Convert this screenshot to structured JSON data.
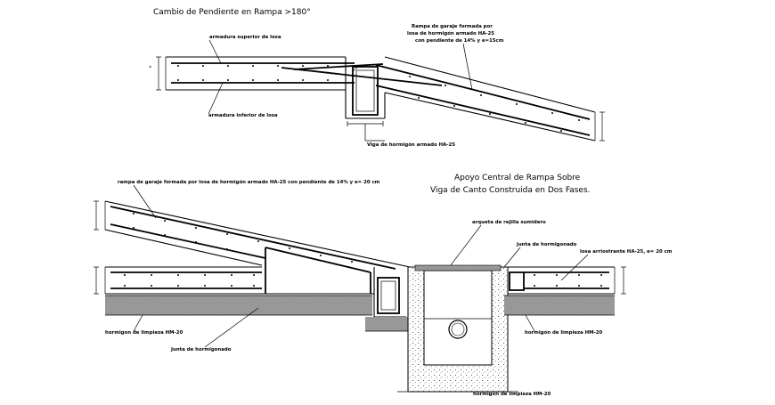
{
  "top_detail": {
    "title": "Cambio de Pendiente en Rampa >180°",
    "label_upper_reinforcement": "armadura superior de losa",
    "label_lower_reinforcement": "armadura inferior de losa",
    "label_ramp_line1": "Rampa de garaje formada por",
    "label_ramp_line2": "losa de hormigón armado HA-25",
    "label_ramp_line3": "con pendiente de 14% y e=15cm",
    "label_beam": "Viga de hormigón armado HA-25"
  },
  "bottom_detail": {
    "title_line1": "Apoyo Central de Rampa Sobre",
    "title_line2": "Viga de Canto Construida en Dos Fases.",
    "label_ramp": "rampa de garaje formada por losa de hormigón armado HA-25 con pendiente de 14% y e= 20 cm",
    "label_drain": "arqueta de rejilla sumidero",
    "label_joint_top": "junta de hormigonado",
    "label_slab_right": "losa arriostrante HA-25, e= 20 cm",
    "label_clean_left": "hormigon de limpieza HM-20",
    "label_joint_bottom": "Junta de hormigonado",
    "label_clean_right": "hormigón de limpieza HM-20",
    "label_clean_bottom": "hormigon de limpieza HM-20"
  }
}
